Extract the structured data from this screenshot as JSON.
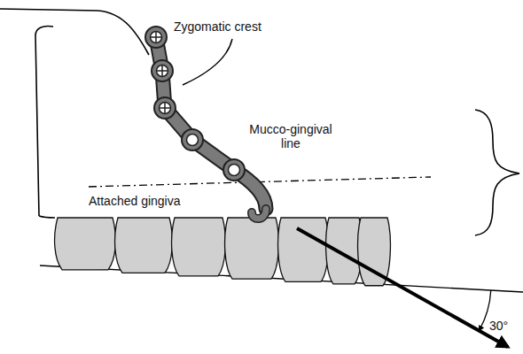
{
  "diagram": {
    "labels": [
      "Zygomatic crest",
      "Mucco-gingival line",
      "Attached gingiva",
      "30°"
    ]
  }
}
